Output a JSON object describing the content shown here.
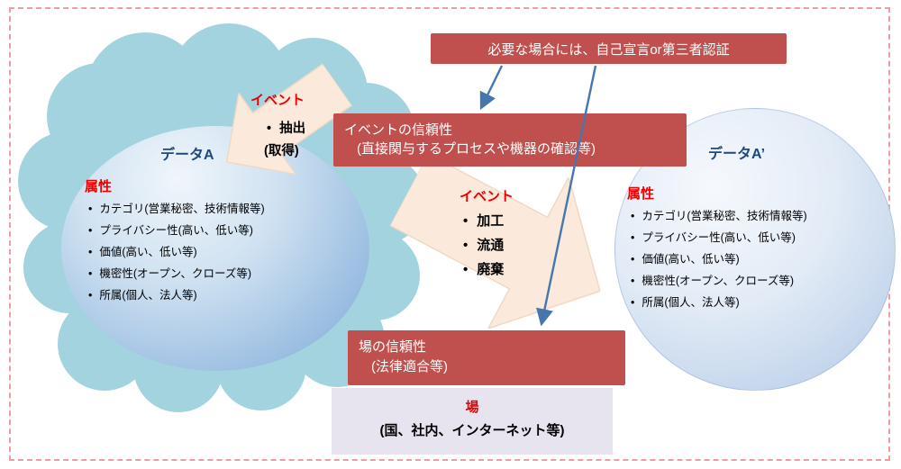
{
  "colors": {
    "note_red": "#C0504D",
    "label_red": "#EE0000",
    "title_blue": "#1F497D",
    "cloud_blue": "#A4D3E0",
    "arrow_cream": "#FBEADC",
    "place_lavender": "#E7E4EF",
    "connector_blue": "#4576AD",
    "frame_dash_pink": "#EF9CA3"
  },
  "top_note": {
    "text": "必要な場合には、自己宣言or第三者認証"
  },
  "event_trust": {
    "line1": "イベントの信頼性",
    "line2": "(直接関与するプロセスや機器の確認等)"
  },
  "place_trust": {
    "line1": "場の信頼性",
    "line2": "(法律適合等)"
  },
  "place": {
    "title": "場",
    "desc": "(国、社内、インターネット等)"
  },
  "data_a": {
    "title": "データA",
    "attr_label": "属性",
    "attributes": [
      "カテゴリ(営業秘密、技術情報等)",
      "プライバシー性(高い、低い等)",
      "価値(高い、低い等)",
      "機密性(オープン、クローズ等)",
      "所属(個人、法人等)"
    ]
  },
  "data_a_prime": {
    "title": "データA’",
    "attr_label": "属性",
    "attributes": [
      "カテゴリ(営業秘密、技術情報等)",
      "プライバシー性(高い、低い等)",
      "価値(高い、低い等)",
      "機密性(オープン、クローズ等)",
      "所属(個人、法人等)"
    ]
  },
  "extract_event": {
    "title": "イベント",
    "item": "抽出",
    "sub_item": "(取得)"
  },
  "process_event": {
    "title": "イベント",
    "items": [
      "加工",
      "流通",
      "廃棄"
    ]
  }
}
